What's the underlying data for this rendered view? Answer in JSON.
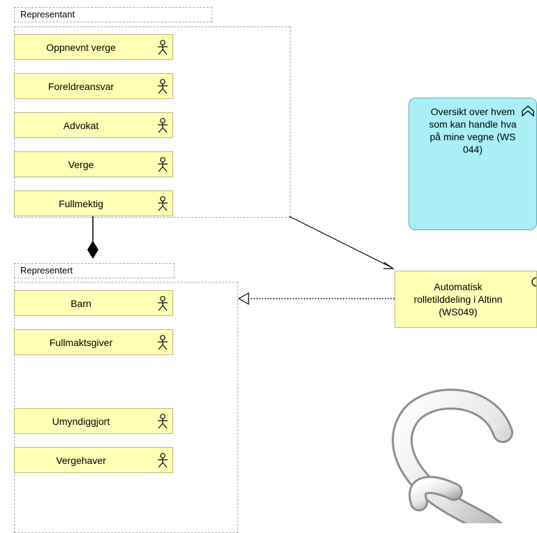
{
  "groups": {
    "representant": {
      "title": "Representant",
      "actors": [
        {
          "label": "Oppnevnt verge"
        },
        {
          "label": "Foreldreansvar"
        },
        {
          "label": "Advokat"
        },
        {
          "label": "Verge"
        },
        {
          "label": "Fullmektig"
        }
      ]
    },
    "representert": {
      "title": "Representert",
      "actors": [
        {
          "label": "Barn"
        },
        {
          "label": "Fullmaktsgiver"
        },
        {
          "label": "Umyndiggjort"
        },
        {
          "label": "Vergehaver"
        }
      ]
    }
  },
  "services": {
    "oversikt": {
      "label": "Oversikt over hvem som kan handle hva på mine vegne (WS 044)",
      "color": "#a9eff5"
    },
    "automatisk": {
      "label": "Automatisk rolletilddeling i Altinn (WS049)",
      "color": "#ffffb5"
    }
  },
  "colors": {
    "actor_fill": "#ffffb5",
    "group_border": "#a8a8a8"
  },
  "icons": {
    "actor": "actor-icon",
    "service": "service-icon",
    "paragraph": "paragraph-section-icon"
  }
}
